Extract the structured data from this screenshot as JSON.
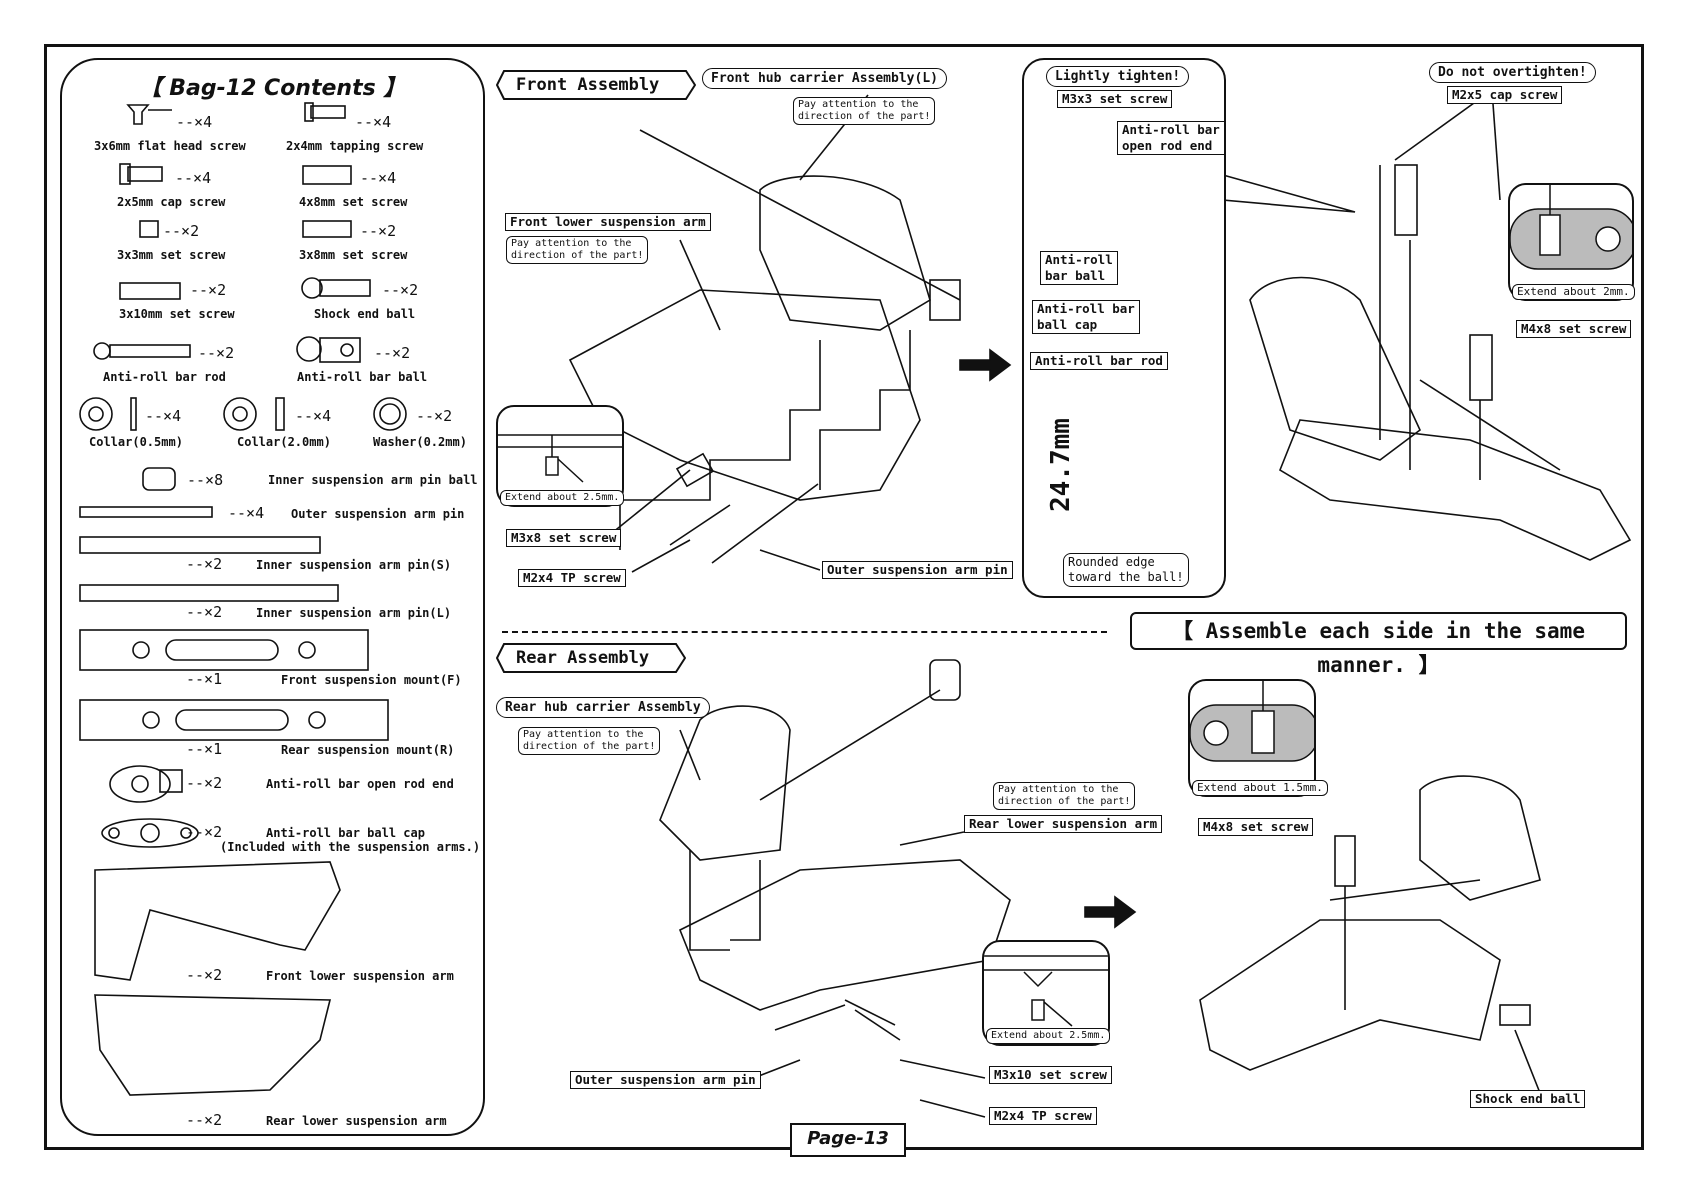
{
  "contents": {
    "title": "【 Bag-12 Contents 】",
    "items": [
      {
        "qty": "--×4",
        "label": "3x6mm flat head screw"
      },
      {
        "qty": "--×4",
        "label": "2x4mm tapping screw"
      },
      {
        "qty": "--×4",
        "label": "2x5mm cap screw"
      },
      {
        "qty": "--×4",
        "label": "4x8mm set screw"
      },
      {
        "qty": "--×2",
        "label": "3x3mm set screw"
      },
      {
        "qty": "--×2",
        "label": "3x8mm set screw"
      },
      {
        "qty": "--×2",
        "label": "3x10mm set screw"
      },
      {
        "qty": "--×2",
        "label": "Shock end ball"
      },
      {
        "qty": "--×2",
        "label": "Anti-roll bar rod"
      },
      {
        "qty": "--×2",
        "label": "Anti-roll bar ball"
      },
      {
        "qty": "--×4",
        "label": "Collar(0.5mm)"
      },
      {
        "qty": "--×4",
        "label": "Collar(2.0mm)"
      },
      {
        "qty": "--×2",
        "label": "Washer(0.2mm)"
      },
      {
        "qty": "--×8",
        "label": "Inner suspension arm pin ball"
      },
      {
        "qty": "--×4",
        "label": "Outer suspension arm pin"
      },
      {
        "qty": "--×2",
        "label": "Inner suspension arm pin(S)"
      },
      {
        "qty": "--×2",
        "label": "Inner suspension arm pin(L)"
      },
      {
        "qty": "--×1",
        "label": "Front suspension mount(F)"
      },
      {
        "qty": "--×1",
        "label": "Rear suspension mount(R)"
      },
      {
        "qty": "--×2",
        "label": "Anti-roll bar open rod end"
      },
      {
        "qty": "--×2",
        "label": "Anti-roll bar ball cap"
      },
      {
        "qty": "--×2",
        "label": "Front lower suspension arm"
      },
      {
        "qty": "--×2",
        "label": "Rear lower suspension arm"
      }
    ],
    "ball_cap_note": "(Included with the suspension arms.)"
  },
  "front": {
    "section": "Front Assembly",
    "hub_carrier": "Front hub carrier Assembly(L)",
    "hub_note": "Pay attention to the\ndirection of the part!",
    "lower_arm": "Front lower suspension arm",
    "arm_note": "Pay attention to the\ndirection of the part!",
    "detail_note": "Extend about 2.5mm.",
    "set_screw": "M3x8 set screw",
    "tp_screw": "M2x4 TP screw",
    "outer_pin": "Outer suspension arm pin"
  },
  "antiroll": {
    "lightly": "Lightly tighten!",
    "set_screw": "M3x3 set screw",
    "rod_end": "Anti-roll bar\nopen rod end",
    "ball": "Anti-roll\nbar ball",
    "ball_cap": "Anti-roll bar\nball cap",
    "rod": "Anti-roll bar rod",
    "dimension": "24.7mm",
    "rounded": "Rounded edge\ntoward the ball!"
  },
  "front_right": {
    "overtighten": "Do not overtighten!",
    "cap_screw": "M2x5 cap screw",
    "extend": "Extend about 2mm.",
    "set_screw": "M4x8 set screw"
  },
  "same_manner": "【 Assemble each side in the same manner. 】",
  "rear": {
    "section": "Rear Assembly",
    "hub_carrier": "Rear hub carrier Assembly",
    "hub_note": "Pay attention to the\ndirection of the part!",
    "arm_note": "Pay attention to the\ndirection of the part!",
    "lower_arm": "Rear lower suspension arm",
    "detail_note": "Extend about 2.5mm.",
    "outer_pin": "Outer suspension arm pin",
    "set_screw": "M3x10 set screw",
    "tp_screw": "M2x4 TP screw"
  },
  "rear_right": {
    "extend": "Extend about 1.5mm.",
    "set_screw": "M4x8 set screw",
    "shock_ball": "Shock end ball"
  },
  "page": "Page-13"
}
